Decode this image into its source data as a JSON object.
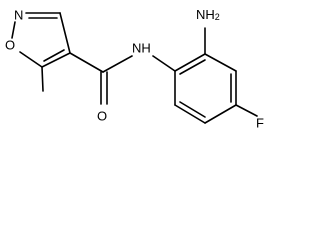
{
  "molecule": {
    "atoms": {
      "isoxazole_n": "N",
      "isoxazole_o": "O",
      "amide_o": "O",
      "amide_nh": "NH",
      "amino": "NH",
      "amino_subscript": "2",
      "fluoro": "F"
    },
    "colors": {
      "bond": "#000000",
      "label": "#000000",
      "background": "#ffffff"
    }
  }
}
